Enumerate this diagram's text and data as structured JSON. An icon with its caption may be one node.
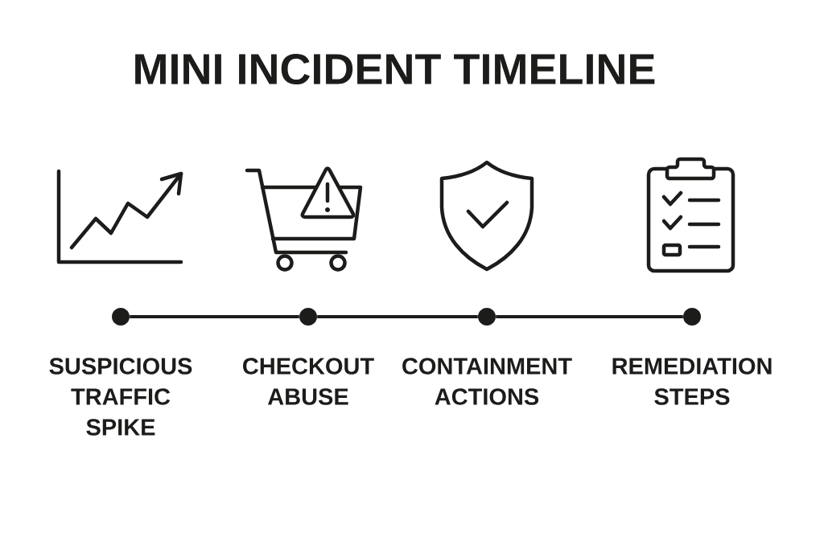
{
  "diagram": {
    "title": "MINI INCIDENT TIMELINE",
    "nodes": [
      {
        "text": [],
        "shape": "circle",
        "beside": [
          "SUSPICIOUS TRAFFIC SPIKE"
        ]
      },
      {
        "text": [],
        "shape": "circle",
        "beside": [
          "CHECKOUT ABUSE"
        ]
      },
      {
        "text": [],
        "shape": "circle",
        "beside": [
          "CONTAINMENT ACTIONS"
        ]
      },
      {
        "text": [],
        "shape": "circle",
        "beside": [
          "REMEDIATION STEPS"
        ]
      }
    ],
    "edges": [
      {
        "from": 0,
        "to": 1,
        "arrow": "none"
      },
      {
        "from": 1,
        "to": 2,
        "arrow": "none"
      },
      {
        "from": 2,
        "to": 3,
        "arrow": "none"
      }
    ]
  }
}
